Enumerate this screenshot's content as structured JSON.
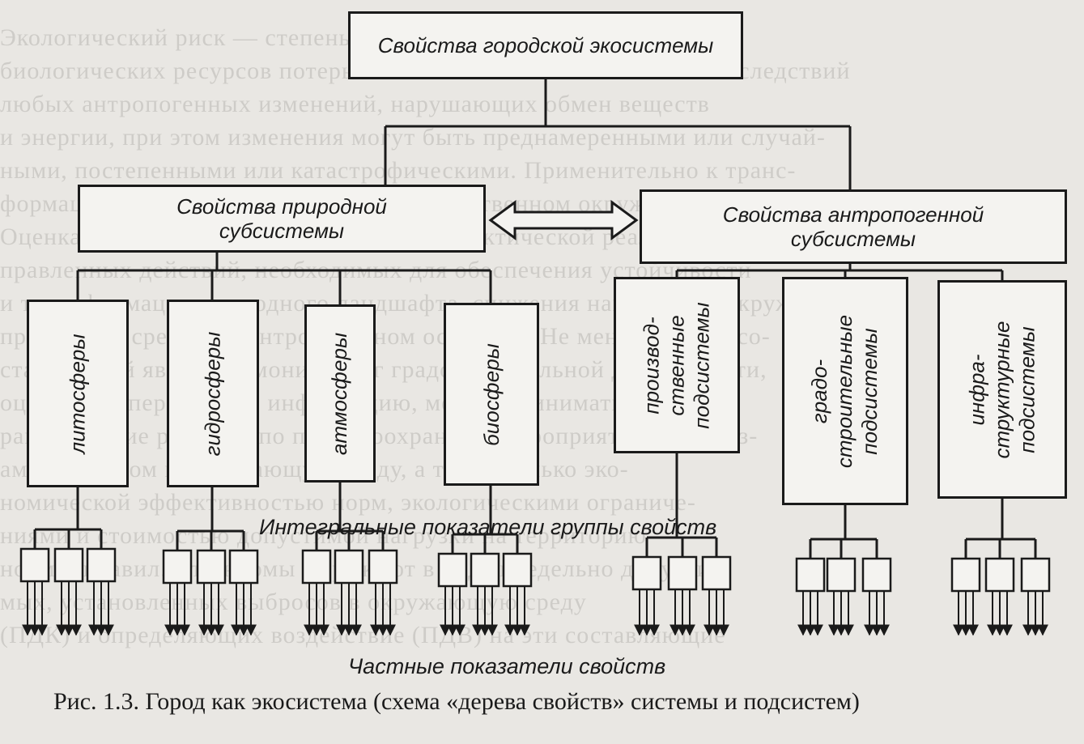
{
  "background_text": [
    "Экологический риск — степень вероятности неблагоприятных для",
    "биологических ресурсов потерь любых естественных связей — последствий",
    "любых антропогенных изменений, нарушающих обмен веществ",
    "и энергии, при этом изменения могут быть преднамеренными или случай-",
    "ными, постепенными или катастрофическими. Применительно к транс-",
    "формации природной среды в ее непосредственном окружении системы",
    "Оценка экологического риска вызывает практической реализацией на-",
    "правленных действий, необходимых для обеспечения устойчивости",
    "и трансформации природного ландшафта, снижения нагрузки на окружающую",
    "природную среду при антропогенном освоении. Не менее важной со-",
    "ставляющей являются мониторинг градостроительной деятельности,",
    "оценка на оперативную информацию, можно принимать уп-",
    "равленческие решения по природоохранным мероприятиям и угроз-",
    "ами выбросом в окружающую среду, а также только эко-",
    "номической эффективностью норм, экологическими ограниче-",
    "ниями и стоимостью допустимой нагрузки на территорию",
    "норм и правил. Эти нормы выражают в виде предельно допусти-",
    "мых, установленных выбросов в окружающую среду",
    "(ПДК) и определяющих воздействие (ПДВ) на эти составляющие"
  ],
  "top_box": "Свойства городской экосистемы",
  "natural_box": "Свойства природной\nсубсистемы",
  "anthropogenic_box": "Свойства антропогенной\nсубсистемы",
  "natural_subsystems": [
    "литосферы",
    "гидросферы",
    "атмосферы",
    "биосферы"
  ],
  "anthropogenic_subsystems": [
    "производ-\nственные\nподсистемы",
    "градо-\nстроительные\nподсистемы",
    "инфра-\nструктурные\nподсистемы"
  ],
  "integral_label": "Интегральные показатели группы свойств",
  "partial_label": "Частные показатели свойств",
  "caption": "Рис. 1.3. Город как экосистема (схема «дерева свойств» системы и подсистем)"
}
